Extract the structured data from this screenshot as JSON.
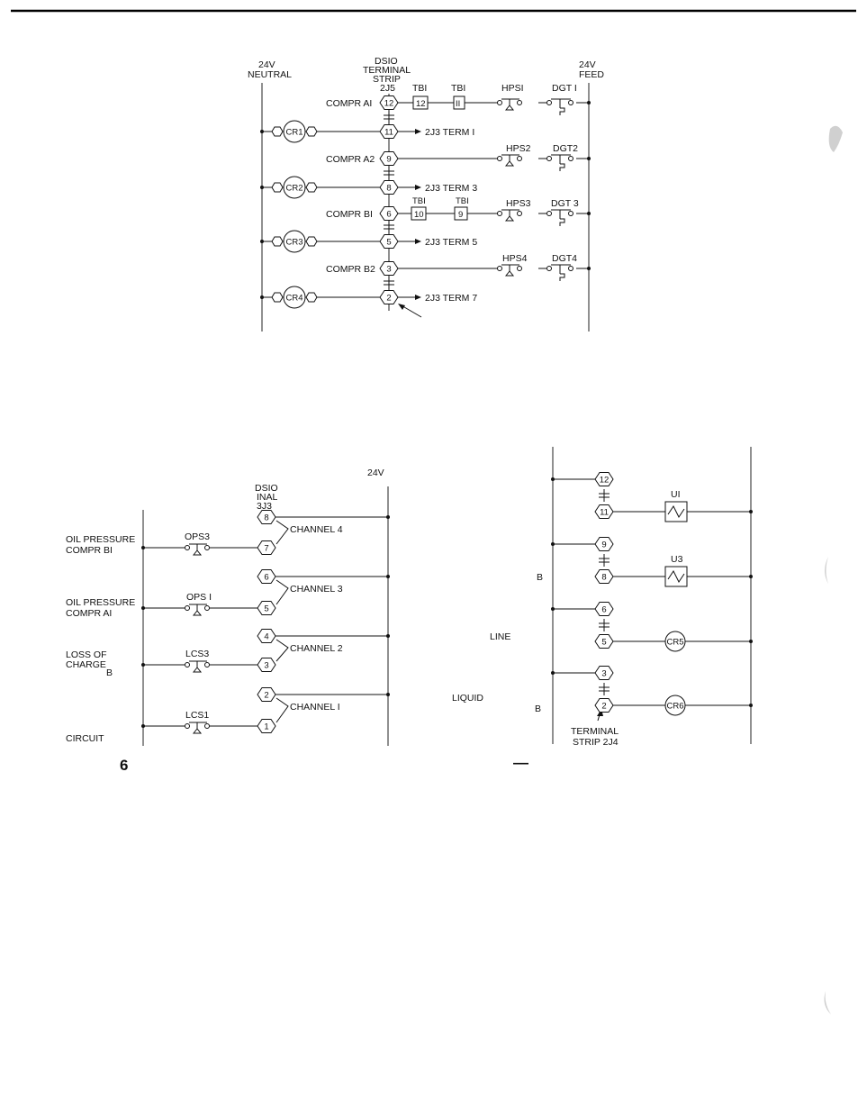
{
  "diagram1": {
    "neutral_label": [
      "24V",
      "NEUTRAL"
    ],
    "strip_label": [
      "DSIO",
      "TERMINAL",
      "STRIP",
      "2J5"
    ],
    "feed_label": [
      "24V",
      "FEED"
    ],
    "header_tb1": "TBI",
    "header_tb2": "TBI",
    "header_hps": "HPSI",
    "header_dgt": "DGT I",
    "rungs": [
      {
        "label": "COMPR AI",
        "terminal": "12",
        "tb": [
          "12",
          "II"
        ],
        "hps": "",
        "dgt": ""
      },
      {
        "label": "COMPR A2",
        "terminal": "9",
        "tb": [],
        "hps": "HPS2",
        "dgt": "DGT2"
      },
      {
        "label": "COMPR BI",
        "terminal": "6",
        "tb": [
          "10",
          "9"
        ],
        "tb_labels": [
          "TBI",
          "TBI"
        ],
        "hps": "HPS3",
        "dgt": "DGT 3"
      },
      {
        "label": "COMPR B2",
        "terminal": "3",
        "tb": [],
        "hps": "HPS4",
        "dgt": "DGT4"
      }
    ],
    "relays": [
      {
        "coil": "CR1",
        "terminal": "11",
        "to": "2J3 TERM I"
      },
      {
        "coil": "CR2",
        "terminal": "8",
        "to": "2J3 TERM 3"
      },
      {
        "coil": "CR3",
        "terminal": "5",
        "to": "2J3 TERM 5"
      },
      {
        "coil": "CR4",
        "terminal": "2",
        "to": "2J3 TERM 7"
      }
    ]
  },
  "diagram2": {
    "v_label": "24V",
    "strip_label": [
      "DSIO",
      "INAL",
      "3J3"
    ],
    "channels": [
      {
        "name": "CHANNEL 4",
        "top": "8",
        "bottom": "7",
        "switch": "OPS3",
        "left_label": [
          "OIL PRESSURE",
          "COMPR BI"
        ]
      },
      {
        "name": "CHANNEL 3",
        "top": "6",
        "bottom": "5",
        "switch": "OPS I",
        "left_label": [
          "OIL PRESSURE",
          "COMPR AI"
        ]
      },
      {
        "name": "CHANNEL 2",
        "top": "4",
        "bottom": "3",
        "switch": "LCS3",
        "left_label": [
          "LOSS OF",
          "CHARGE",
          "B"
        ]
      },
      {
        "name": "CHANNEL I",
        "top": "2",
        "bottom": "1",
        "switch": "LCS1",
        "left_label": [
          "CIRCUIT"
        ]
      }
    ],
    "caption_fragment": "6"
  },
  "diagram3": {
    "rungs": [
      {
        "top": "12",
        "bottom": "11",
        "load": "UI",
        "type": "heater"
      },
      {
        "top": "9",
        "bottom": "8",
        "load": "U3",
        "type": "heater"
      },
      {
        "top": "6",
        "bottom": "5",
        "load": "CR5",
        "type": "coil"
      },
      {
        "top": "3",
        "bottom": "2",
        "load": "CR6",
        "type": "coil"
      }
    ],
    "left_labels": [
      "B",
      "LINE",
      "LIQUID",
      "B"
    ],
    "strip_label": [
      "TERMINAL",
      "STRIP 2J4"
    ],
    "caption_fragment": "—"
  }
}
